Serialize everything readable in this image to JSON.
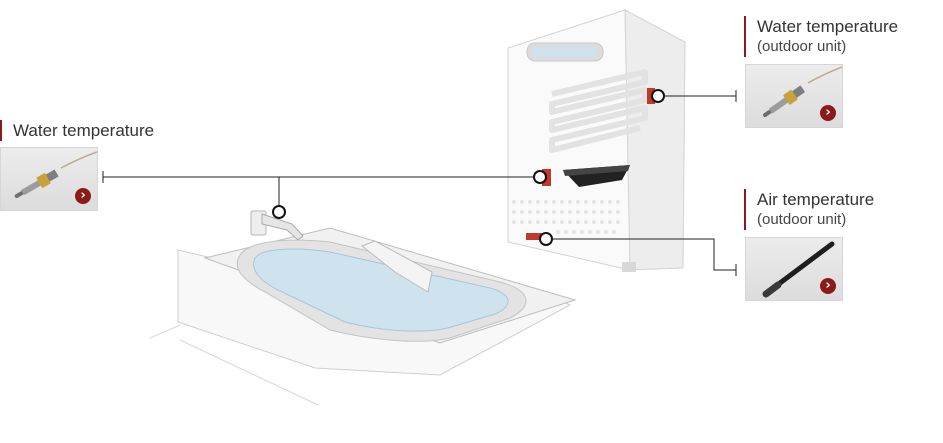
{
  "colors": {
    "accent": "#8b1a1a",
    "sensor_red": "#c0392b",
    "water": "#cfe3ee",
    "line": "#222222"
  },
  "sensors": [
    {
      "title": "Water temperature",
      "subtitle": "",
      "icon": "water-temperature-sensor-icon",
      "button_icon": "chevron-right-icon",
      "button_glyph": "›"
    },
    {
      "title": "Water temperature",
      "subtitle": "(outdoor unit)",
      "icon": "water-temperature-sensor-icon",
      "button_icon": "chevron-right-icon",
      "button_glyph": "›"
    },
    {
      "title": "Air temperature",
      "subtitle": "(outdoor unit)",
      "icon": "air-temperature-probe-icon",
      "button_icon": "chevron-right-icon",
      "button_glyph": "›"
    }
  ]
}
